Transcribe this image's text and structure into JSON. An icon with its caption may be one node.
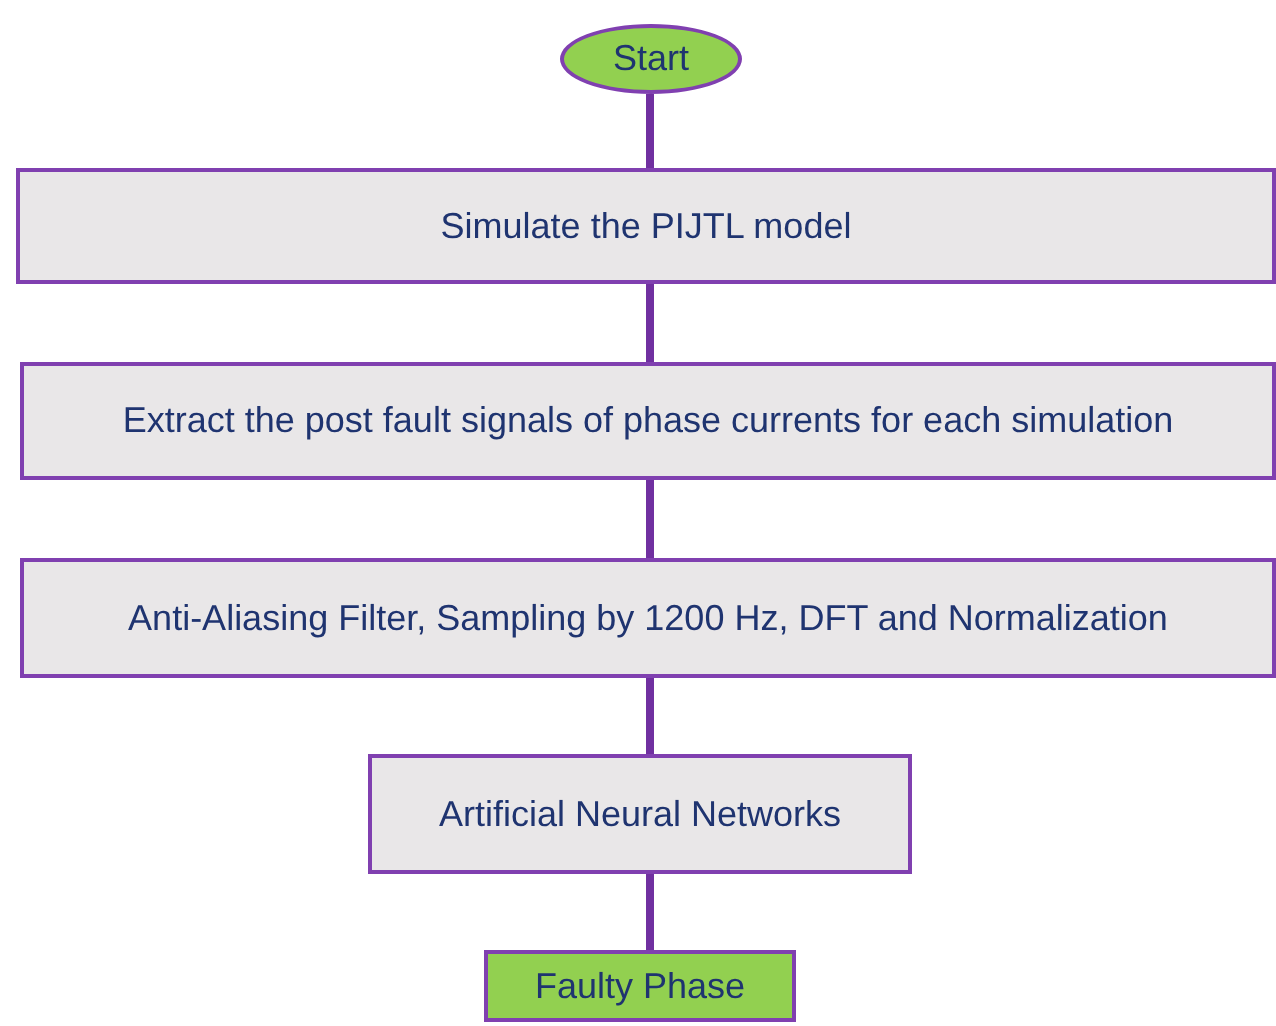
{
  "diagram": {
    "nodes": [
      {
        "text": [
          "Start"
        ]
      },
      {
        "text": [
          "Simulate the PIJTL model"
        ]
      },
      {
        "text": [
          "Extract the post fault signals of phase currents for each simulation"
        ]
      },
      {
        "text": [
          "Anti-Aliasing Filter, Sampling by 1200 Hz, DFT and Normalization"
        ]
      },
      {
        "text": [
          "Artificial Neural Networks"
        ]
      },
      {
        "text": [
          "Faulty Phase"
        ]
      }
    ],
    "edges": [
      {
        "from": 0,
        "to": 1,
        "arrow": "none"
      },
      {
        "from": 1,
        "to": 2,
        "arrow": "none"
      },
      {
        "from": 2,
        "to": 3,
        "arrow": "none"
      },
      {
        "from": 3,
        "to": 4,
        "arrow": "none"
      },
      {
        "from": 4,
        "to": 5,
        "arrow": "none"
      }
    ]
  }
}
